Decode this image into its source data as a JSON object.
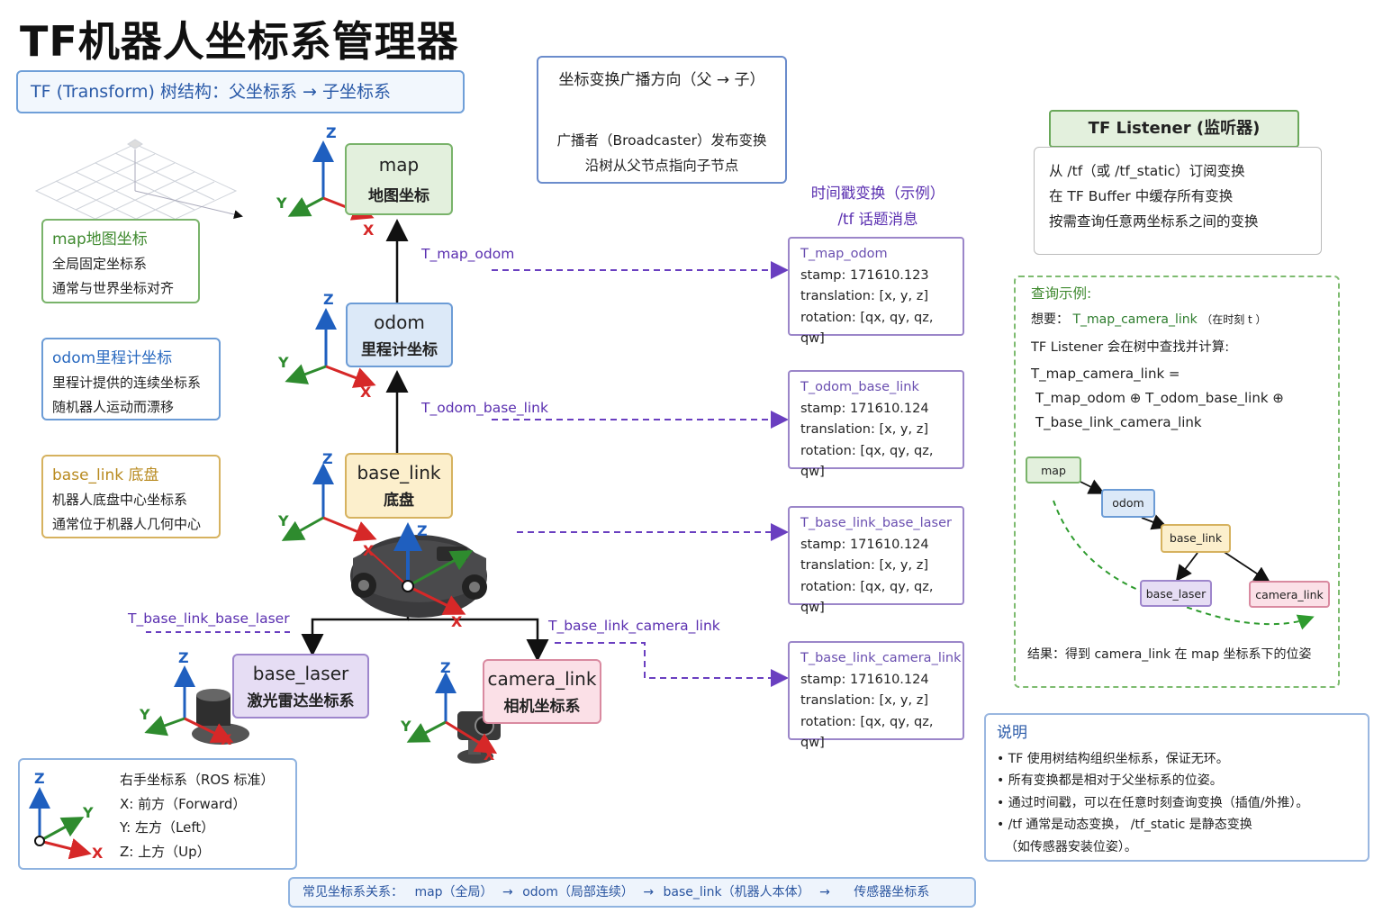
{
  "title": "TF机器人坐标系管理器",
  "subtitle": "TF (Transform) 树结构：父坐标系 → 子坐标系",
  "broadcast": {
    "heading": "坐标变换广播方向（父 → 子）",
    "line1": "广播者（Broadcaster）发布变换",
    "line2": "沿树从父节点指向子节点"
  },
  "nodes": {
    "map": {
      "name": "map",
      "desc": "地图坐标"
    },
    "odom": {
      "name": "odom",
      "desc": "里程计坐标"
    },
    "base_link": {
      "name": "base_link",
      "desc": "底盘"
    },
    "base_laser": {
      "name": "base_laser",
      "desc": "激光雷达坐标系"
    },
    "camera_link": {
      "name": "camera_link",
      "desc": "相机坐标系"
    }
  },
  "axes": {
    "x": "X",
    "y": "Y",
    "z": "Z"
  },
  "legends": {
    "map": {
      "title": "map地图坐标",
      "l1": "全局固定坐标系",
      "l2": "通常与世界坐标对齐"
    },
    "odom": {
      "title": "odom里程计坐标",
      "l1": "里程计提供的连续坐标系",
      "l2": "随机器人运动而漂移"
    },
    "base_link": {
      "title": "base_link 底盘",
      "l1": "机器人底盘中心坐标系",
      "l2": "通常位于机器人几何中心"
    }
  },
  "edge_labels": {
    "map_odom": "T_map_odom",
    "odom_base": "T_odom_base_link",
    "base_laser": "T_base_link_base_laser",
    "base_camera": "T_base_link_camera_link"
  },
  "timestamp_heading": {
    "l1": "时间戳变换（示例）",
    "l2": "/tf 话题消息"
  },
  "messages": [
    {
      "name": "T_map_odom",
      "stamp": "stamp: 171610.123",
      "translation": "translation: [x, y, z]",
      "rotation": "rotation: [qx, qy, qz, qw]"
    },
    {
      "name": "T_odom_base_link",
      "stamp": "stamp: 171610.124",
      "translation": "translation: [x, y, z]",
      "rotation": "rotation: [qx, qy, qz, qw]"
    },
    {
      "name": "T_base_link_base_laser",
      "stamp": "stamp: 171610.124",
      "translation": "translation: [x, y, z]",
      "rotation": "rotation: [qx, qy, qz, qw]"
    },
    {
      "name": "T_base_link_camera_link",
      "stamp": "stamp: 171610.124",
      "translation": "translation: [x, y, z]",
      "rotation": "rotation: [qx, qy, qz, qw]"
    }
  ],
  "listener": {
    "title": "TF Listener (监听器)",
    "l1": "从 /tf（或 /tf_static）订阅变换",
    "l2": "在 TF Buffer 中缓存所有变换",
    "l3": "按需查询任意两坐标系之间的变换"
  },
  "query": {
    "title": "查询示例:",
    "want_label": "想要：",
    "want_value": "T_map_camera_link",
    "want_time": "（在时刻  t ）",
    "line2": "TF Listener 会在树中查找并计算:",
    "f1": "T_map_camera_link =",
    "f2": "T_map_odom ⊕ T_odom_base_link ⊕",
    "f3": "T_base_link_camera_link",
    "mini": {
      "map": "map",
      "odom": "odom",
      "base_link": "base_link",
      "base_laser": "base_laser",
      "camera_link": "camera_link"
    },
    "result": "结果：得到 camera_link 在 map 坐标系下的位姿"
  },
  "right_hand": {
    "title": "右手坐标系（ROS 标准）",
    "x": "X:  前方（Forward）",
    "y": "Y:  左方（Left）",
    "z": "Z:  上方（Up）"
  },
  "notes": {
    "title": "说明",
    "items": [
      "• TF 使用树结构组织坐标系，保证无环。",
      "• 所有变换都是相对于父坐标系的位姿。",
      "• 通过时间戳，可以在任意时刻查询变换（插值/外推）。",
      "• /tf  通常是动态变换，  /tf_static 是静态变换",
      "  （如传感器安装位姿）。"
    ]
  },
  "bottom": {
    "label": "常见坐标系关系：",
    "p1": "map（全局）",
    "p2": "odom（局部连续）",
    "p3": "base_link（机器人本体）",
    "p4": "传感器坐标系",
    "arrow": "→"
  },
  "colors": {
    "x_axis": "#d62828",
    "y_axis": "#2e8b2e",
    "z_axis": "#1f5fbf",
    "edge": "#6a3fc0",
    "tree": "#111111"
  }
}
